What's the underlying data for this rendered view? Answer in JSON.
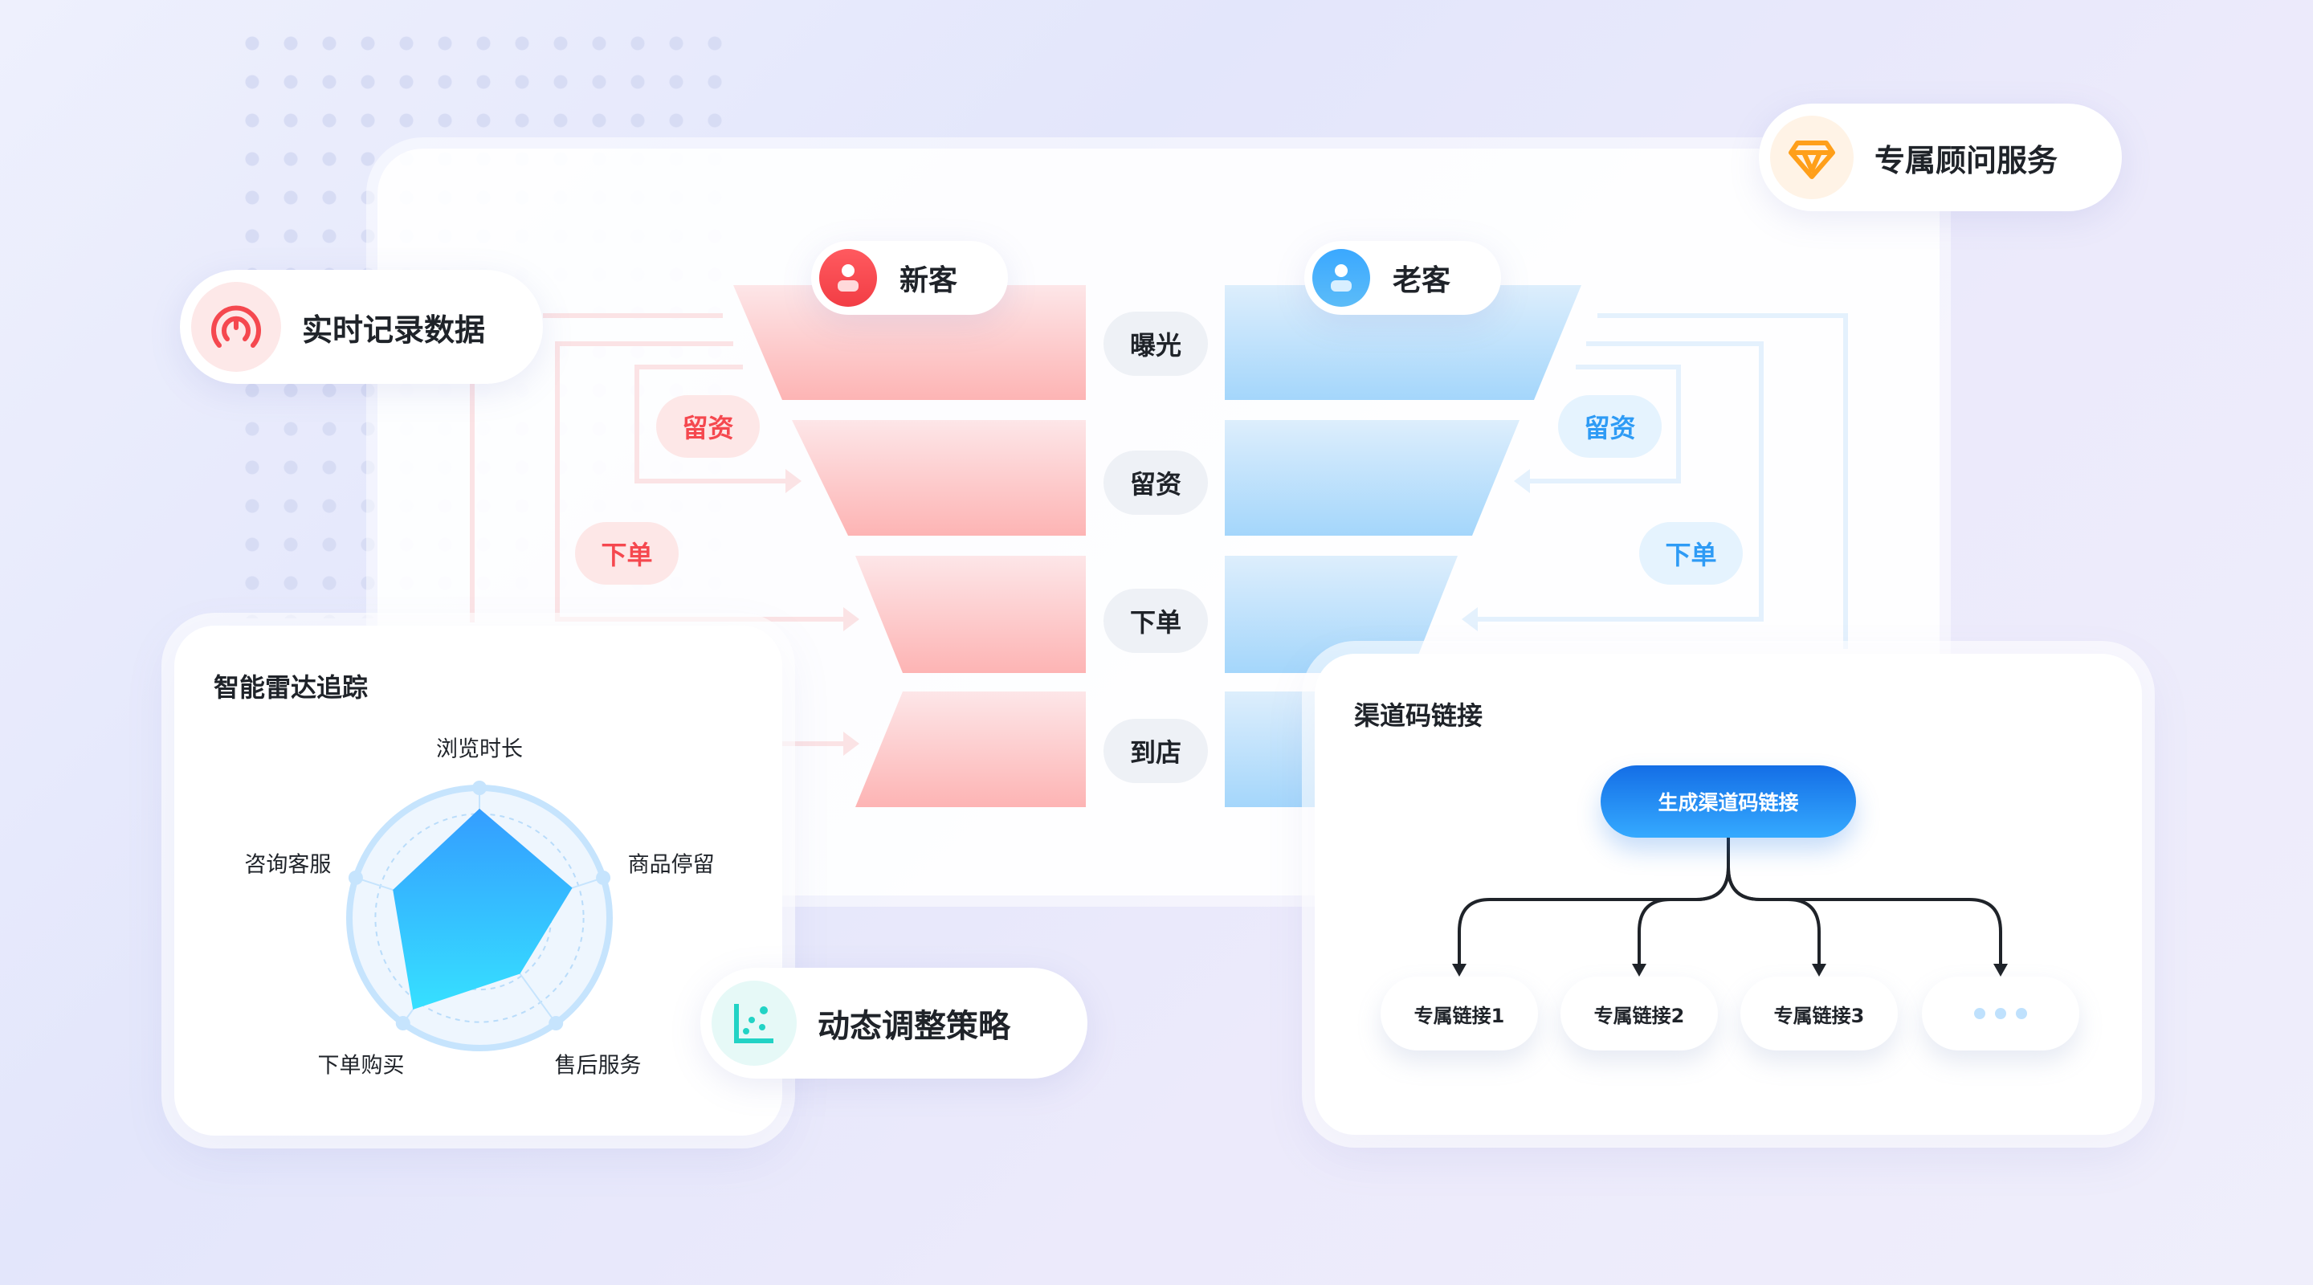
{
  "realtime": {
    "label": "实时记录数据"
  },
  "advisor": {
    "label": "专属顾问服务"
  },
  "funnel": {
    "new_customer": "新客",
    "old_customer": "老客",
    "stages": [
      "曝光",
      "留资",
      "下单",
      "到店"
    ],
    "left_tags": [
      "留资",
      "下单"
    ],
    "right_tags": [
      "留资",
      "下单"
    ]
  },
  "radar": {
    "title": "智能雷达追踪",
    "axes": [
      "浏览时长",
      "商品停留",
      "售后服务",
      "下单购买",
      "咨询客服"
    ],
    "values": [
      84,
      75,
      53,
      87,
      70
    ],
    "max": 100
  },
  "strategy": {
    "label": "动态调整策略"
  },
  "channel": {
    "title": "渠道码链接",
    "button": "生成渠道码链接",
    "links": [
      "专属链接1",
      "专属链接2",
      "专属链接3"
    ]
  },
  "colors": {
    "red": "#f5484f",
    "blue": "#2e9bf5",
    "orange": "#ff9f1a",
    "teal": "#22d3c5"
  }
}
